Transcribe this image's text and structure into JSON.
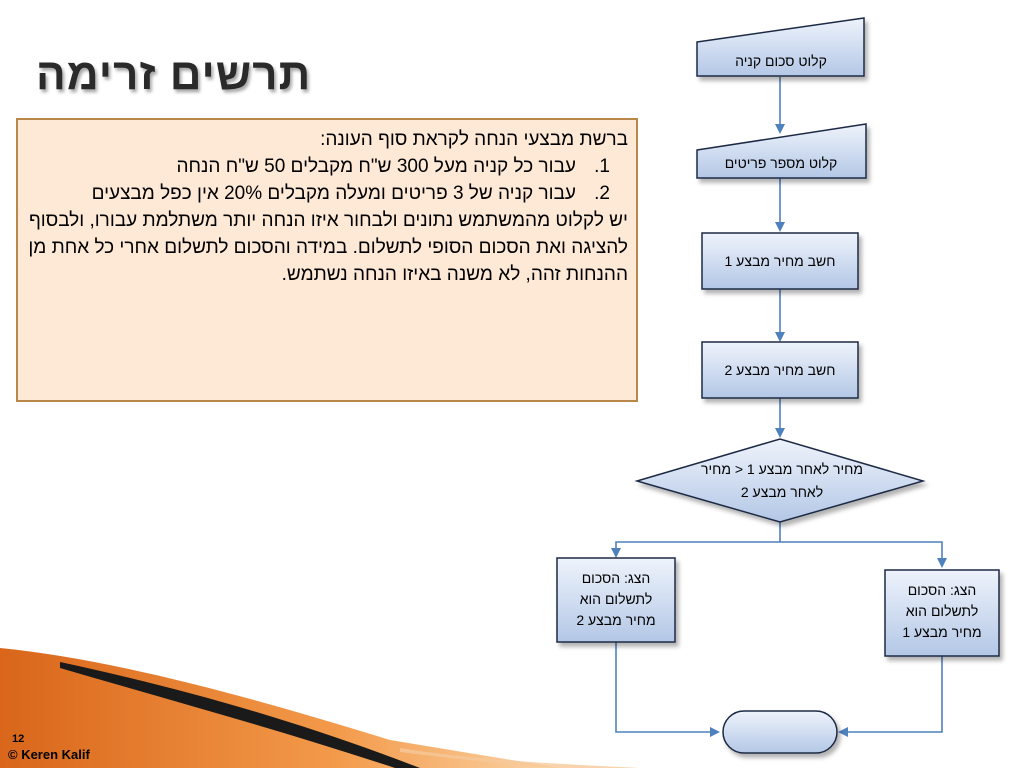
{
  "slide": {
    "title": "תרשים זרימה",
    "page_number": "12",
    "copyright": "© Keren Kalif"
  },
  "textbox": {
    "intro": "ברשת מבצעי הנחה לקראת סוף העונה:",
    "items": [
      {
        "num": "1.",
        "text": "עבור כל קניה מעל 300 ש\"ח מקבלים 50 ש\"ח הנחה"
      },
      {
        "num": "2.",
        "text": "עבור קניה של 3 פריטים ומעלה מקבלים 20% אין כפל מבצעים"
      }
    ],
    "body": "יש לקלוט מהמשתמש נתונים ולבחור איזו הנחה יותר משתלמת עבורו, ולבסוף להציגה ואת הסכום הסופי לתשלום. במידה והסכום לתשלום אחרי כל אחת מן ההנחות זהה, לא משנה באיזו הנחה נשתמש."
  },
  "flowchart": {
    "input_amount": "קלוט סכום קניה",
    "input_items": "קלוט מספר פריטים",
    "calc1": "חשב מחיר מבצע 1",
    "calc2": "חשב מחיר מבצע 2",
    "decision_line1": "מחיר לאחר מבצע 1 < מחיר",
    "decision_line2": "לאחר מבצע 2",
    "out_left": [
      "הצג: הסכום",
      "לתשלום הוא",
      "מחיר מבצע 2"
    ],
    "out_right": [
      "הצג: הסכום",
      "לתשלום הוא",
      "מחיר מבצע 1"
    ],
    "end": ""
  },
  "colors": {
    "shape_fill_top": "#e6eefa",
    "shape_fill_bottom": "#b8cbe8",
    "shape_border": "#1f2a44",
    "arrow": "#4f81bd",
    "box_fill": "#fde9d6",
    "box_border": "#b9874a",
    "swoosh_orange": "#e07a20",
    "swoosh_dark": "#1a1a1a"
  }
}
